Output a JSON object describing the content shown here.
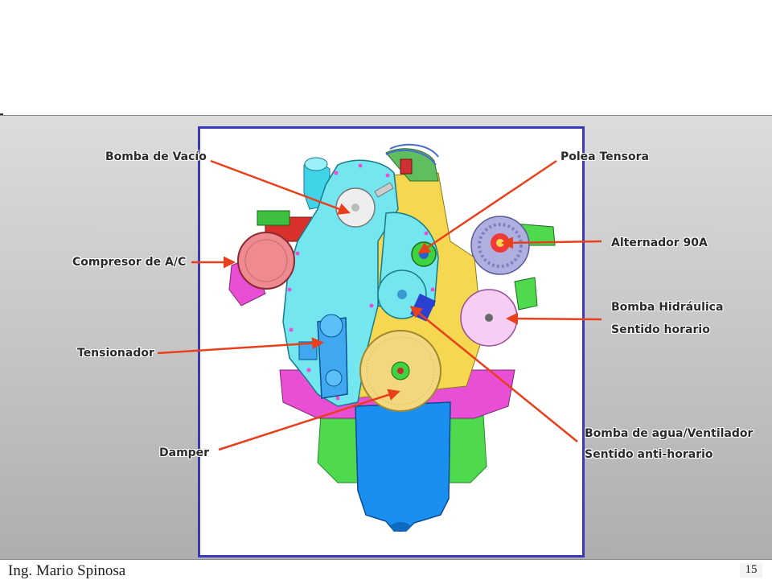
{
  "diagram": {
    "labels": {
      "bomba_vacio": "Bomba de Vacío",
      "polea_tensora": "Polea Tensora",
      "alternador": "Alternador 90A",
      "compresor": "Compresor de A/C",
      "bomba_hidraulica_l1": "Bomba Hidráulica",
      "bomba_hidraulica_l2": "Sentido horario",
      "tensionador": "Tensionador",
      "bomba_agua_l1": "Bomba de agua/Ventilador",
      "bomba_agua_l2": "Sentido anti-horario",
      "damper": "Damper"
    },
    "colors": {
      "leader": "#e8401c",
      "frame_border": "#3a3ab8",
      "cover": "#73e6ef",
      "block": "#f5d850",
      "sump": "#1a8ff0",
      "compressor": "#ee8a90",
      "alternator": "#b0b0e0",
      "hydraulic_pump": "#f6cdf3",
      "damper": "#f3d77f",
      "green_parts": "#4fd94f",
      "magenta_parts": "#e94fd4"
    }
  },
  "footer": {
    "author": "Ing. Mario Spinosa",
    "page": "15"
  }
}
